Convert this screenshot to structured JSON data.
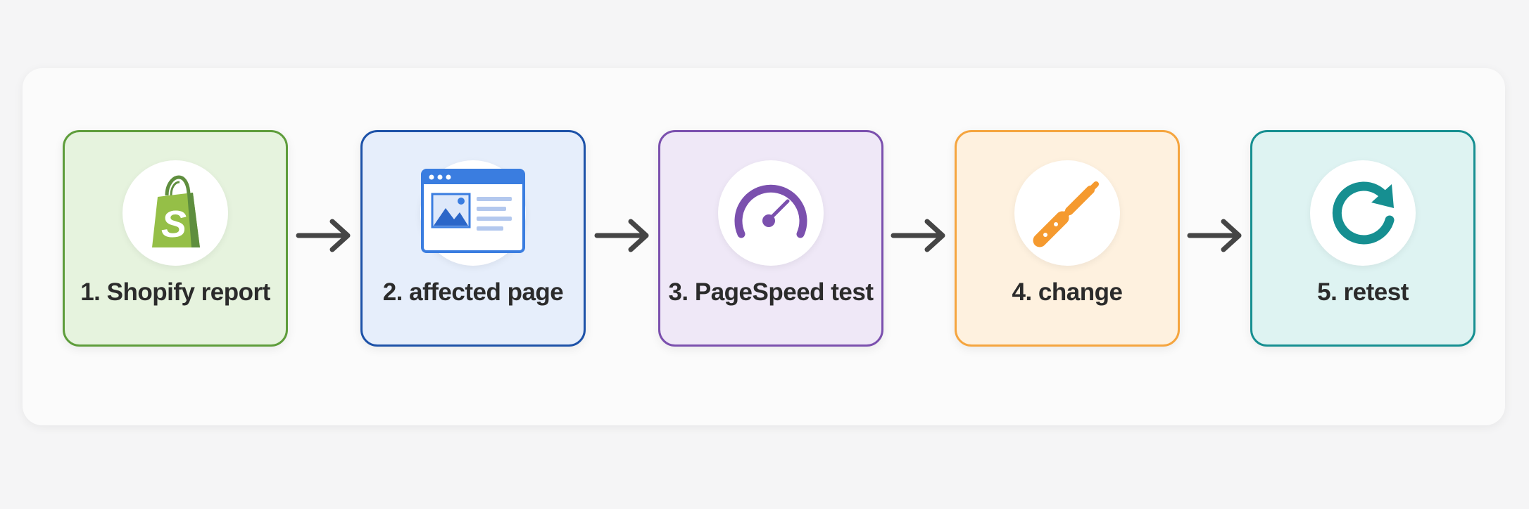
{
  "steps": [
    {
      "label": "1. Shopify report",
      "icon": "shopify-bag-icon",
      "border": "#5e9d3b",
      "fill": "#e6f3de"
    },
    {
      "label": "2. affected page",
      "icon": "browser-window-icon",
      "border": "#1d52a8",
      "fill": "#e6eefb"
    },
    {
      "label": "3. PageSpeed test",
      "icon": "speedometer-icon",
      "border": "#7b50ae",
      "fill": "#efe8f7"
    },
    {
      "label": "4. change",
      "icon": "screwdriver-icon",
      "border": "#f5a53f",
      "fill": "#fef1df"
    },
    {
      "label": "5. retest",
      "icon": "refresh-icon",
      "border": "#168f91",
      "fill": "#def3f2"
    }
  ],
  "colors": {
    "arrow": "#454545"
  }
}
